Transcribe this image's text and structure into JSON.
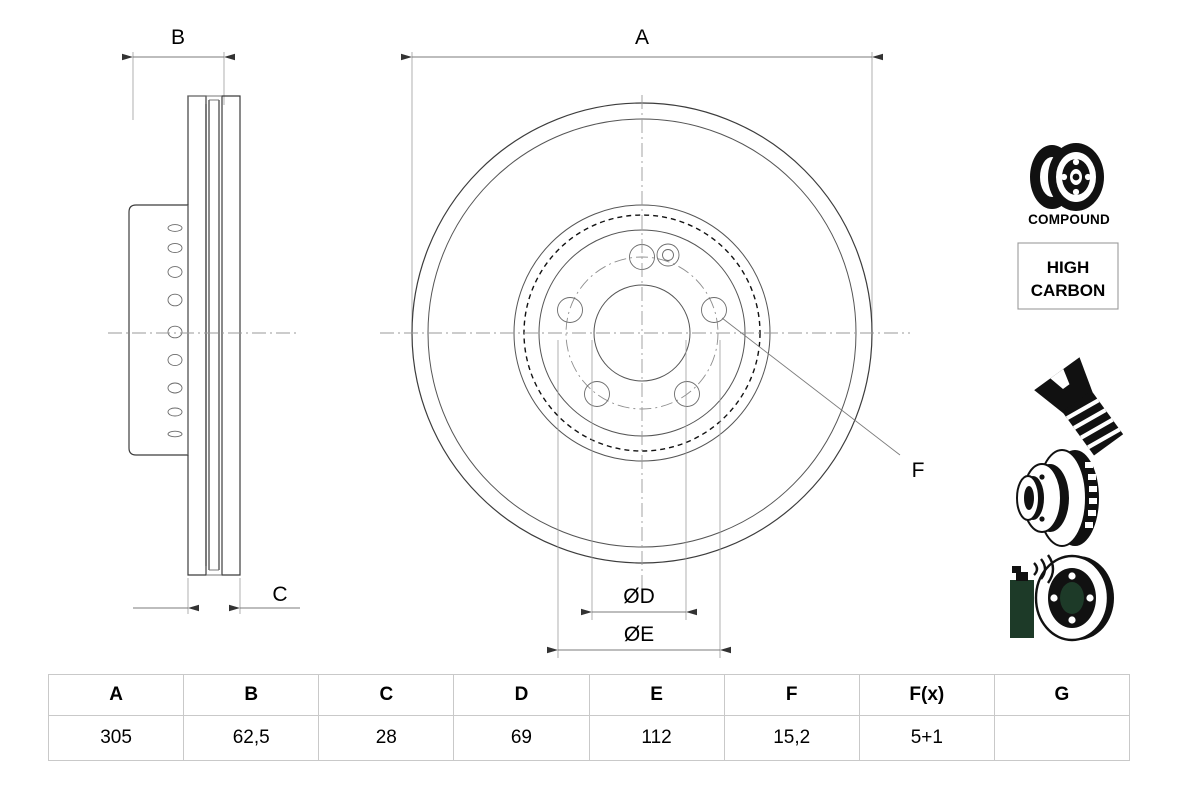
{
  "drawing": {
    "title": "Brake disc technical drawing",
    "dimension_labels": {
      "width_side": "B",
      "thickness_side": "C",
      "diameter_overall": "A",
      "hub_bore": "ØD",
      "bolt_circle": "ØE",
      "bolt_hole": "F"
    },
    "views": {
      "side_view_name": "side-section-view",
      "front_view_name": "front-disc-view"
    }
  },
  "features": {
    "compound_caption": "COMPOUND",
    "high_carbon_line1": "HIGH",
    "high_carbon_line2": "CARBON",
    "icons": [
      {
        "name": "compound-disc-icon",
        "caption": "COMPOUND"
      },
      {
        "name": "high-carbon-badge",
        "caption": "HIGH CARBON"
      },
      {
        "name": "countersunk-screw-icon",
        "caption": ""
      },
      {
        "name": "vented-disc-icon",
        "caption": ""
      },
      {
        "name": "coated-disc-spray-icon",
        "caption": ""
      }
    ]
  },
  "spec_table": {
    "headers": [
      "A",
      "B",
      "C",
      "D",
      "E",
      "F",
      "F(x)",
      "G"
    ],
    "values": [
      "305",
      "62,5",
      "28",
      "69",
      "112",
      "15,2",
      "5+1",
      ""
    ]
  },
  "colors": {
    "line": "#3c3c3c",
    "thin_line": "#7b7b7b",
    "center_line": "#9a9a9a",
    "table_border": "#c9c9c9",
    "icon_dark": "#111111",
    "icon_green": "#1d3a28",
    "background": "#ffffff"
  }
}
